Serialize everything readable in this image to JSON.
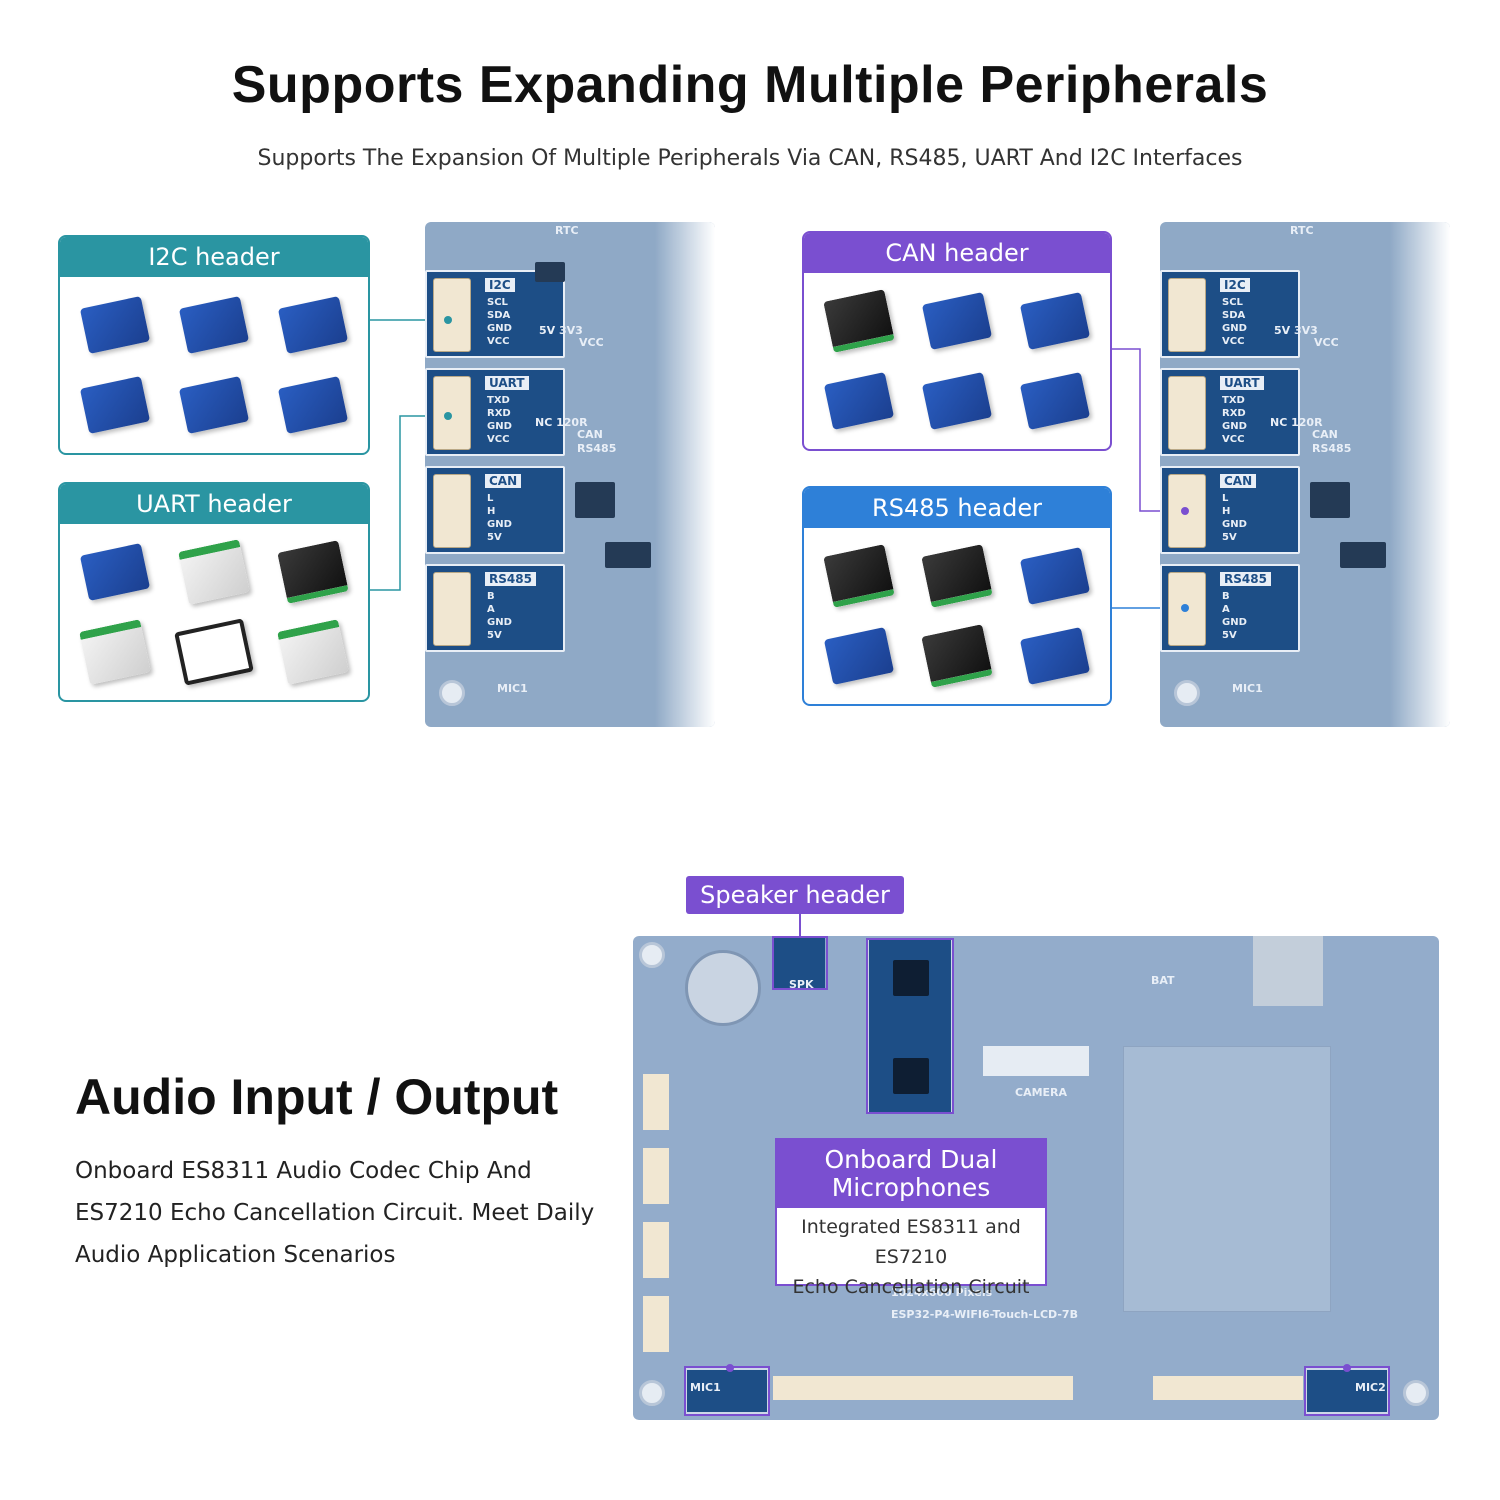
{
  "header": {
    "title": "Supports Expanding Multiple Peripherals",
    "subtitle": "Supports The Expansion Of Multiple Peripherals Via CAN, RS485, UART And I2C Interfaces"
  },
  "cards": {
    "i2c": "I2C header",
    "uart": "UART header",
    "can": "CAN header",
    "rs485": "RS485 header"
  },
  "board": {
    "rtc": "RTC",
    "mic1": "MIC1",
    "mic2": "MIC2",
    "spk": "SPK",
    "bat": "BAT",
    "camera": "CAMERA",
    "nc120r": "NC 120R",
    "can_sw": "CAN",
    "rs485_sw": "RS485",
    "v5": "5V",
    "v3": "3V3",
    "vcc": "VCC",
    "pixels": "1024x600 Pixels",
    "model": "ESP32-P4-WIFI6-Touch-LCD-7B",
    "connectors": {
      "i2c": {
        "label": "I2C",
        "pins": [
          "SCL",
          "SDA",
          "GND",
          "VCC"
        ]
      },
      "uart": {
        "label": "UART",
        "pins": [
          "TXD",
          "RXD",
          "GND",
          "VCC"
        ]
      },
      "can": {
        "label": "CAN",
        "pins": [
          "L",
          "H",
          "GND",
          "5V"
        ]
      },
      "rs485": {
        "label": "RS485",
        "pins": [
          "B",
          "A",
          "GND",
          "5V"
        ]
      }
    }
  },
  "audio": {
    "title": "Audio Input / Output",
    "description": "Onboard ES8311 Audio Codec Chip And ES7210 Echo Cancellation Circuit. Meet Daily Audio Application Scenarios",
    "speaker_label": "Speaker header",
    "mic_title": "Onboard Dual Microphones",
    "mic_desc_1": "Integrated ES8311 and ES7210",
    "mic_desc_2": "Echo Cancellation Circuit"
  },
  "colors": {
    "teal": "#2a95a2",
    "purple": "#7a4fd0",
    "blue": "#2e80d8",
    "board": "#8fa9c6"
  }
}
